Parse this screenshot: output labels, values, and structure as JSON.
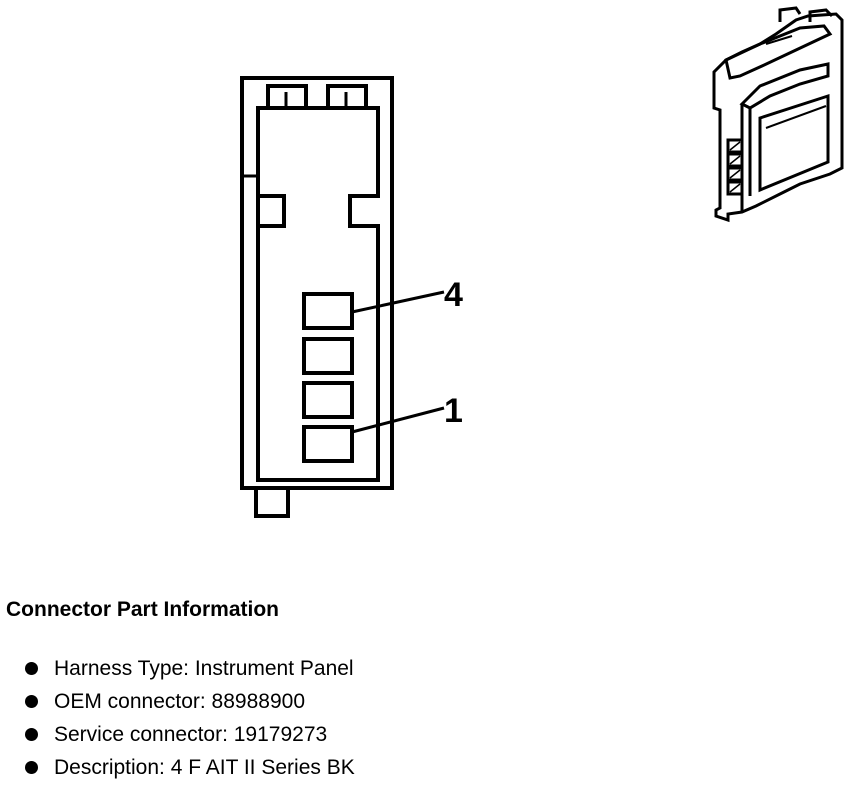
{
  "diagram": {
    "pin_labels": {
      "top": "4",
      "bottom": "1"
    }
  },
  "info": {
    "title": "Connector Part Information",
    "items": [
      "Harness Type: Instrument Panel",
      "OEM connector: 88988900",
      "Service connector: 19179273",
      "Description: 4 F AIT II Series BK"
    ]
  }
}
